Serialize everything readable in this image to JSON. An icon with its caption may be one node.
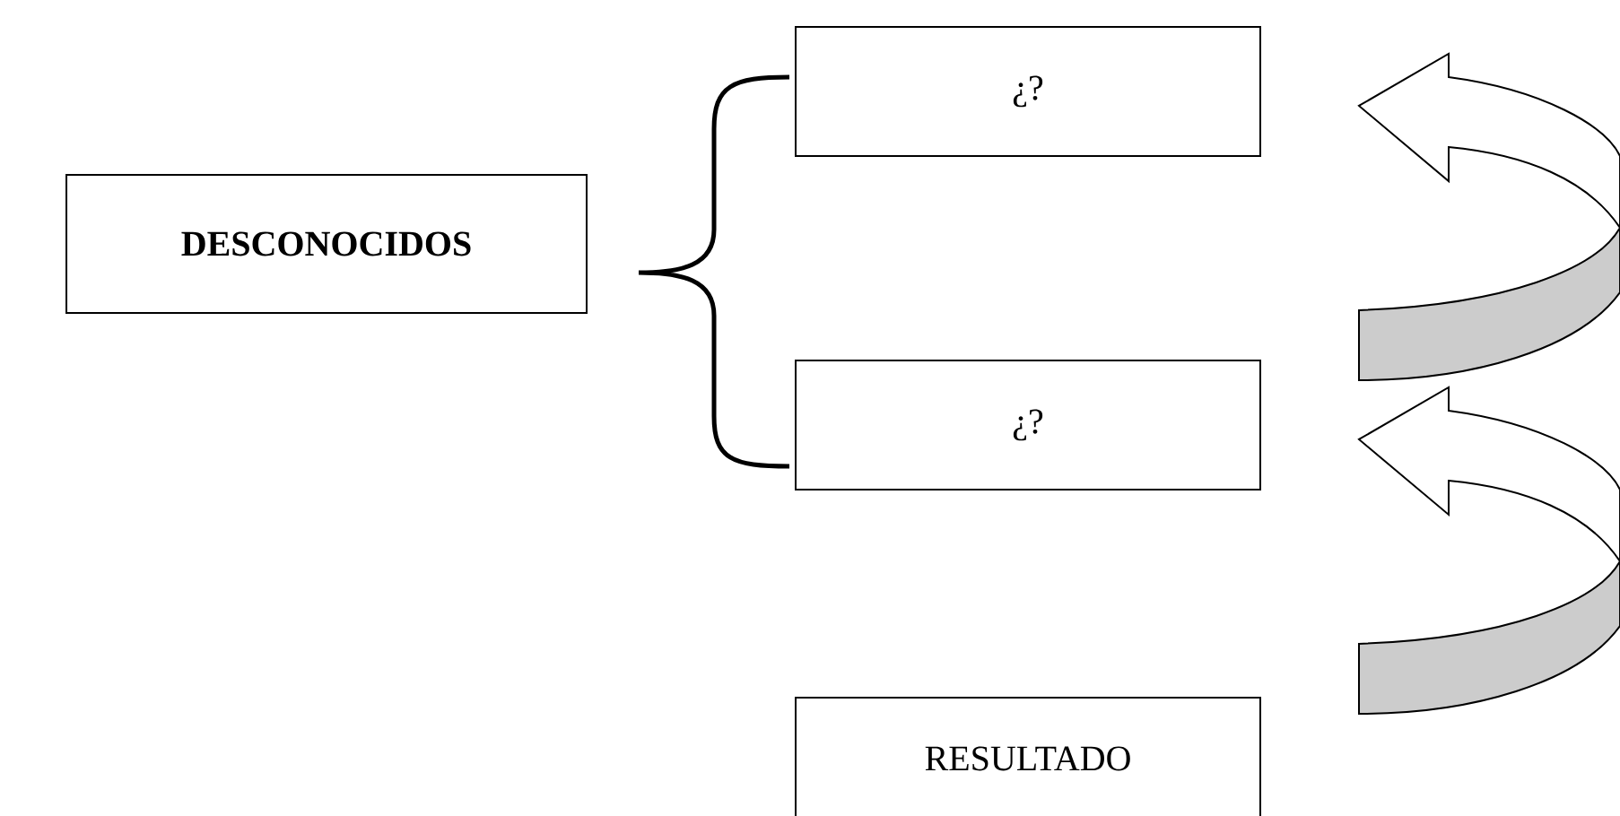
{
  "diagram": {
    "nodes": [
      {
        "text": [
          "DESCONOCIDOS"
        ]
      },
      {
        "text": [
          "¿?"
        ]
      },
      {
        "text": [
          "¿?"
        ]
      },
      {
        "text": [
          "RESULTADO"
        ]
      }
    ],
    "edges": [
      {
        "from": 2,
        "to": 1,
        "arrow": "to"
      },
      {
        "from": 3,
        "to": 2,
        "arrow": "to"
      }
    ]
  }
}
